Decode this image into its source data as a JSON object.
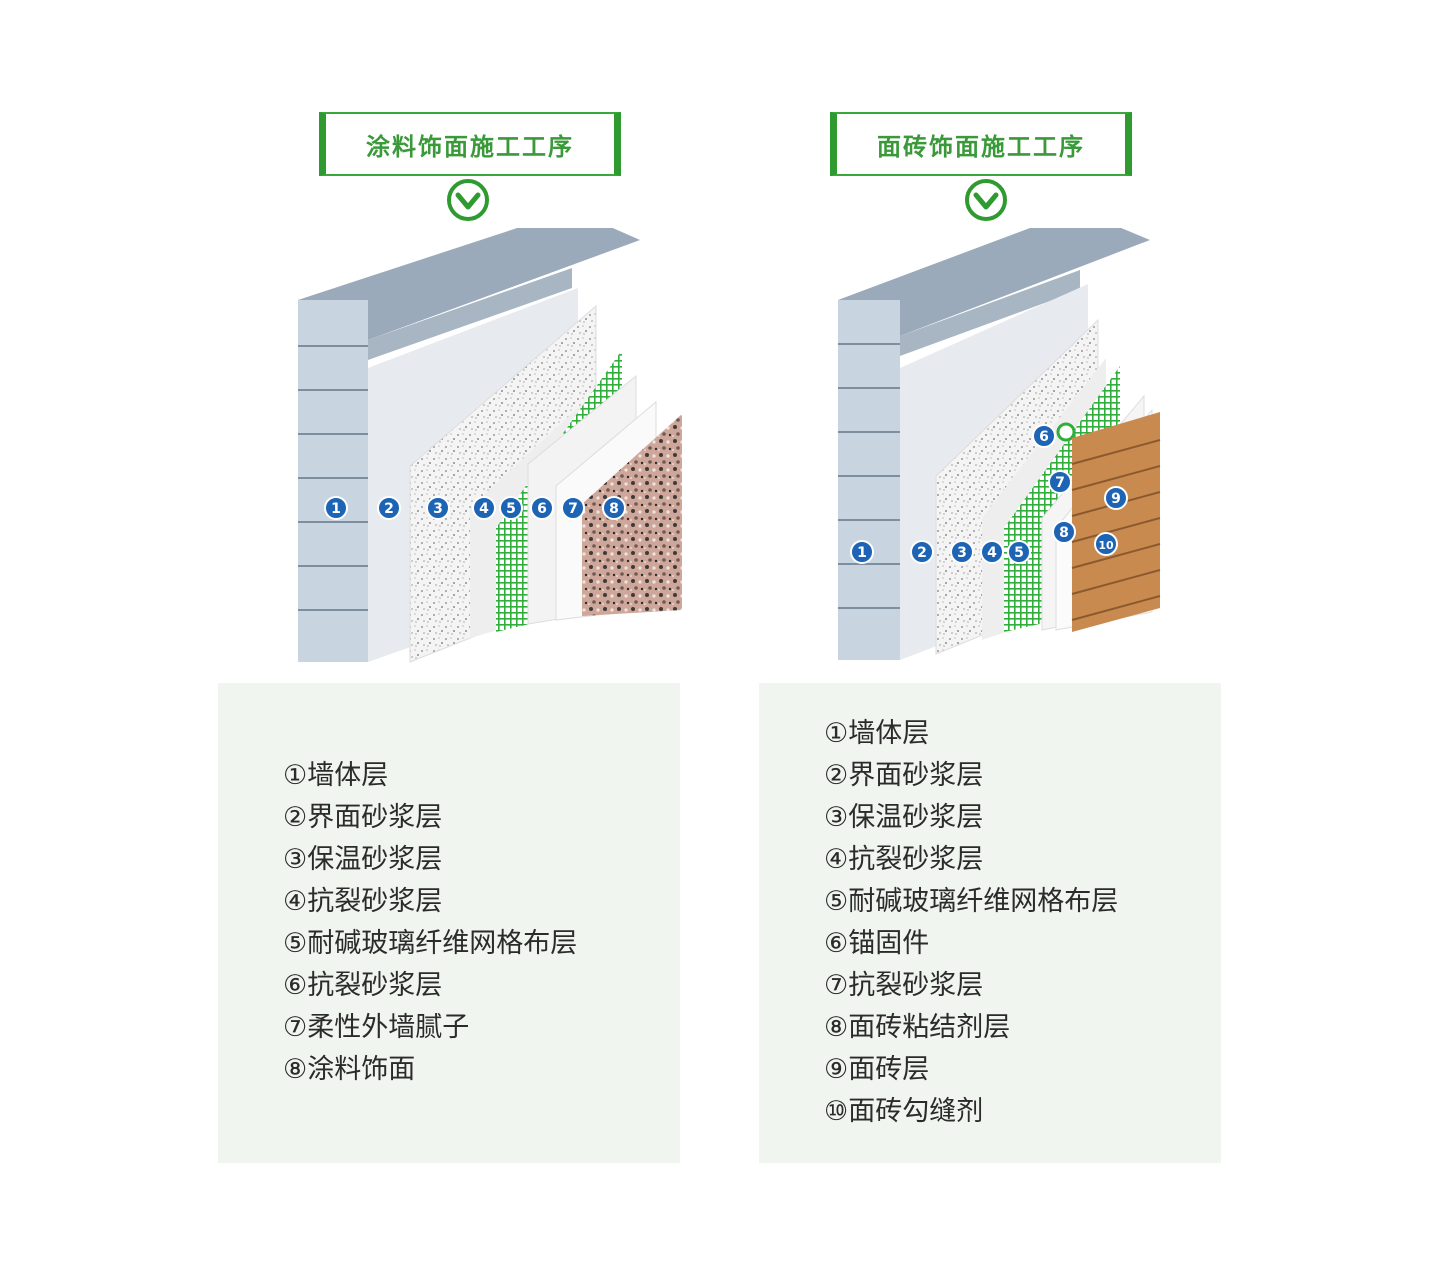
{
  "left": {
    "title": "涂料饰面施工工序",
    "items": [
      {
        "num": "1",
        "text": "①墙体层"
      },
      {
        "num": "2",
        "text": "②界面砂浆层"
      },
      {
        "num": "3",
        "text": "③保温砂浆层"
      },
      {
        "num": "4",
        "text": "④抗裂砂浆层"
      },
      {
        "num": "5",
        "text": "⑤耐碱玻璃纤维网格布层"
      },
      {
        "num": "6",
        "text": "⑥抗裂砂浆层"
      },
      {
        "num": "7",
        "text": "⑦柔性外墙腻子"
      },
      {
        "num": "8",
        "text": "⑧涂料饰面"
      }
    ]
  },
  "right": {
    "title": "面砖饰面施工工序",
    "items": [
      {
        "num": "1",
        "text": "①墙体层"
      },
      {
        "num": "2",
        "text": "②界面砂浆层"
      },
      {
        "num": "3",
        "text": "③保温砂浆层"
      },
      {
        "num": "4",
        "text": "④抗裂砂浆层"
      },
      {
        "num": "5",
        "text": "⑤耐碱玻璃纤维网格布层"
      },
      {
        "num": "6",
        "text": "⑥锚固件"
      },
      {
        "num": "7",
        "text": "⑦抗裂砂浆层"
      },
      {
        "num": "8",
        "text": "⑧面砖粘结剂层"
      },
      {
        "num": "9",
        "text": "⑨面砖层"
      },
      {
        "num": "10",
        "text": "⑩面砖勾缝剂"
      }
    ]
  },
  "colors": {
    "title_green": "#3a9a3a",
    "mesh_green": "#2fae3c",
    "badge_blue": "#1d64b4",
    "brick_face": "#c98a4f",
    "legend_bg": "#f0f5ef"
  },
  "icons": [
    "chevron-down-circle-icon"
  ]
}
